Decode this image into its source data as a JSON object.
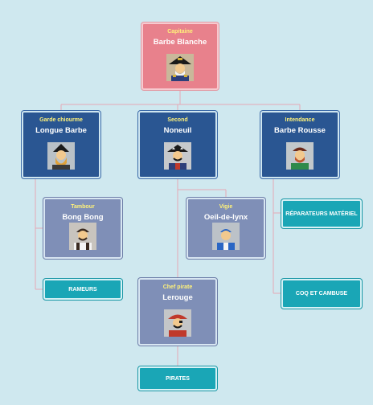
{
  "org_chart": {
    "captain": {
      "role": "Capitaine",
      "name": "Barbe Blanche"
    },
    "garde": {
      "role": "Garde chiourme",
      "name": "Longue Barbe"
    },
    "second": {
      "role": "Second",
      "name": "Noneuil"
    },
    "intendance": {
      "role": "Intendance",
      "name": "Barbe Rousse"
    },
    "tambour": {
      "role": "Tambour",
      "name": "Bong Bong"
    },
    "vigie": {
      "role": "Vigie",
      "name": "Oeil-de-lynx"
    },
    "chef_pirate": {
      "role": "Chef pirate",
      "name": "Lerouge"
    },
    "groups": {
      "rameurs": "RAMEURS",
      "reparateurs": "RÉPARATEURS MATÉRIEL",
      "coq": "COQ ET CAMBUSE",
      "pirates": "PIRATES"
    }
  },
  "colors": {
    "background": "#cfe8ef",
    "captain_box": "#e8818c",
    "officer_box": "#2a5692",
    "crew_box": "#7f8fb7",
    "group_box": "#1aa6b6",
    "role_text": "#fff27a",
    "connector": "#e6a9b4"
  }
}
